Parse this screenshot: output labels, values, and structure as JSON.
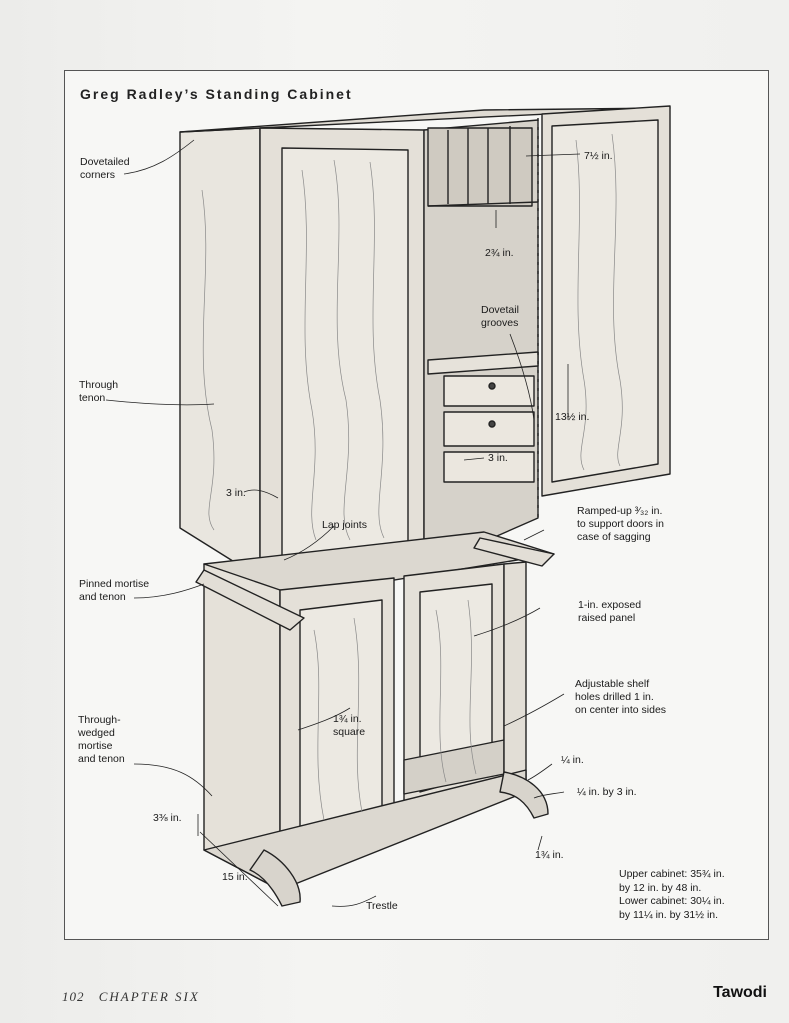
{
  "title": "Greg Radley’s Standing Cabinet",
  "labels": {
    "dovetailed_corners": "Dovetailed\ncorners",
    "through_tenon": "Through\ntenon",
    "pinned_mortise": "Pinned mortise\nand tenon",
    "through_wedged": "Through-\nwedged\nmortise\nand tenon",
    "dim_3_3_8": "3⅜ in.",
    "dim_15": "15 in.",
    "trestle": "Trestle",
    "dim_1_3_4_square": "1¾ in.\nsquare",
    "lap_joints": "Lap joints",
    "dim_3_left": "3 in.",
    "dim_7_1_2": "7½ in.",
    "dim_2_3_4": "2¾ in.",
    "dovetail_grooves": "Dovetail\ngrooves",
    "dim_13_1_2": "13½ in.",
    "dim_3_mid": "3 in.",
    "ramped_up": "Ramped-up ³⁄₃₂ in.\nto support doors in\ncase of sagging",
    "exposed_panel": "1-in. exposed\nraised panel",
    "adjustable_shelf": "Adjustable shelf\nholes drilled 1 in.\non center into sides",
    "dim_1_4": "¼ in.",
    "dim_1_4_by_3": "¼ in. by 3 in.",
    "dim_1_3_4": "1¾ in."
  },
  "dimensions_note": [
    "Upper cabinet: 35¾ in.",
    "by 12 in. by 48 in.",
    "Lower cabinet: 30¼ in.",
    "by 11¼ in. by 31½ in."
  ],
  "footer": {
    "page_number": "102",
    "chapter": "CHAPTER SIX"
  },
  "watermark": "Tawodi"
}
